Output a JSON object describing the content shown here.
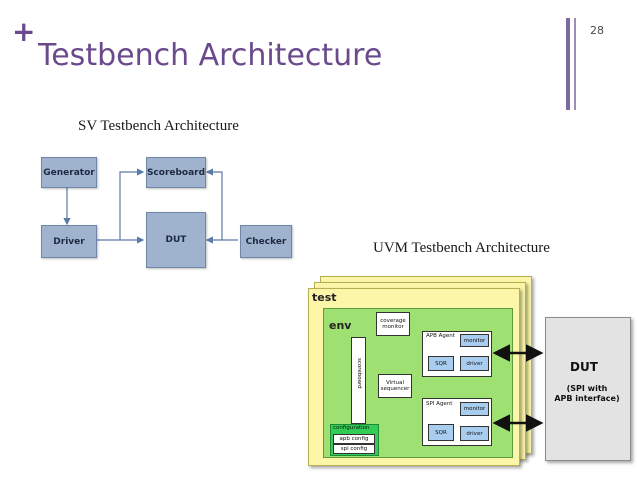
{
  "slide": {
    "plus": "+",
    "title": "Testbench Architecture",
    "page_number": "28"
  },
  "sv_diagram": {
    "subtitle": "SV Testbench Architecture",
    "blocks": {
      "generator": "Generator",
      "scoreboard": "Scoreboard",
      "driver": "Driver",
      "dut": "DUT",
      "checker": "Checker"
    }
  },
  "uvm_diagram": {
    "subtitle": "UVM Testbench Architecture",
    "test_label": "test",
    "env_label": "env",
    "coverage_monitor": "coverage monitor",
    "scoreboard": "scoreboard",
    "virtual_sequencer": "Virtual sequencer",
    "apb_agent": {
      "label": "APB Agent",
      "monitor": "monitor",
      "sqr": "SQR",
      "driver": "driver"
    },
    "spi_agent": {
      "label": "SPI Agent",
      "monitor": "monitor",
      "sqr": "SQR",
      "driver": "driver"
    },
    "configuration": {
      "label": "configuration",
      "apb_config": "apb config",
      "spi_config": "spi config"
    },
    "dut": {
      "title": "DUT",
      "line1": "(SPI with",
      "line2": "APB interface)"
    }
  },
  "colors": {
    "accent": "#6a4a8c",
    "sv_block": "#9fb3cf",
    "test_layer": "#fbf6a8",
    "env": "#9fe073",
    "sub_block": "#a9cdef",
    "configuration": "#33cc55",
    "dut_box": "#e3e3e3"
  }
}
